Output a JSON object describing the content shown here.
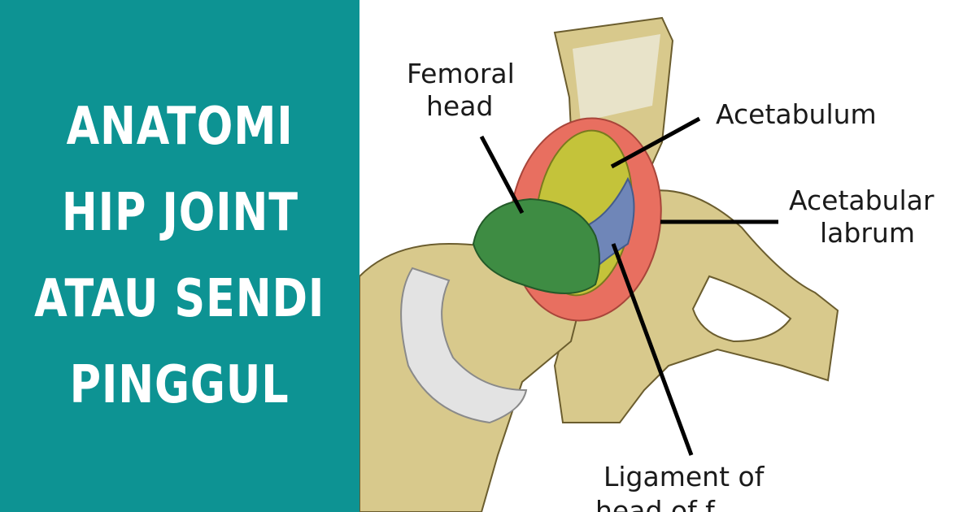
{
  "title": {
    "lines": [
      "ANATOMI",
      "HIP JOINT",
      "ATAU SENDI",
      "PINGGUL"
    ]
  },
  "diagram": {
    "labels": {
      "femoral_head_line1": "Femoral",
      "femoral_head_line2": "head",
      "acetabulum": "Acetabulum",
      "labrum_line1": "Acetabular",
      "labrum_line2": "labrum",
      "ligament_line1": "Ligament of",
      "ligament_line2": "head of f..."
    },
    "colors": {
      "panel": "#0d9393",
      "bone": "#d8c98c",
      "labrum": "#e86f60",
      "acetabulum": "#c4c33a",
      "femoral_head": "#3e8c43",
      "ligament": "#6f86b8",
      "cartilage": "#e3e3e3"
    }
  }
}
